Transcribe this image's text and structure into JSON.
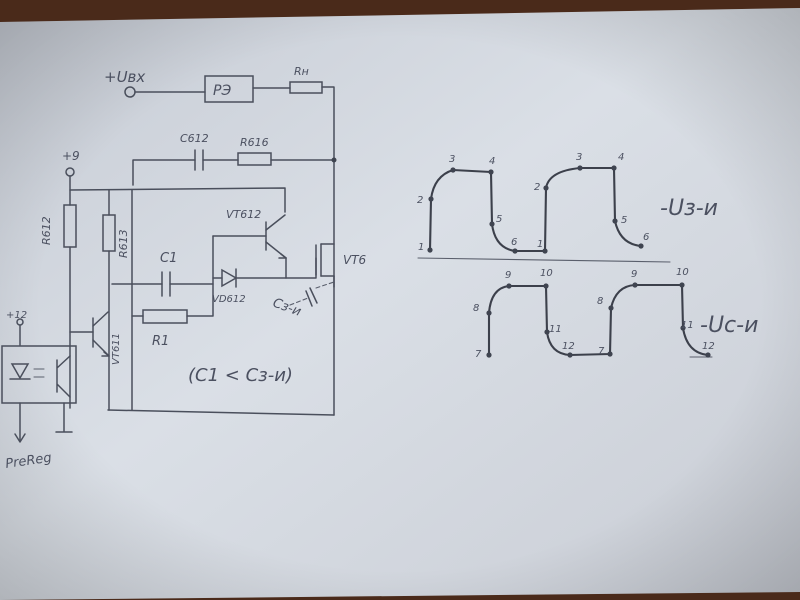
{
  "labels": {
    "input": "+Uвх",
    "relay": "РЭ",
    "load": "Rн",
    "cap_top": "C612",
    "res_top": "R616",
    "supply9": "+9",
    "r612": "R612",
    "r613": "R613",
    "vt612": "VT612",
    "c1": "C1",
    "vt6": "VT6",
    "vd612": "VD612",
    "c_gate": "Cз-и",
    "r1": "R1",
    "supply12": "+12",
    "vt611": "VT611",
    "prereg": "PreReg",
    "relation": "(C1 < Cз-и)",
    "gate_wave": "-Uз-и",
    "drain_wave": "-Uс-и"
  },
  "gate_points": [
    "1",
    "2",
    "3",
    "4",
    "5",
    "6",
    "1",
    "2",
    "3",
    "4",
    "5",
    "6"
  ],
  "drain_points": [
    "7",
    "8",
    "9",
    "10",
    "11",
    "12",
    "7",
    "8",
    "9",
    "10",
    "11",
    "12"
  ]
}
